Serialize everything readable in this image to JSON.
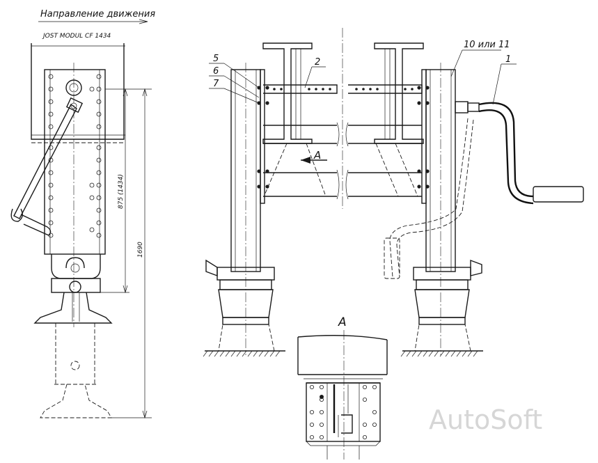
{
  "labels": {
    "direction": "Направление движения",
    "model": "JOST MODUL CF 1434",
    "dim_inner": "875 (1434)",
    "dim_outer": "1690",
    "callout_5": "5",
    "callout_6": "6",
    "callout_7": "7",
    "callout_2": "2",
    "callout_10_11": "10 или 11",
    "callout_1": "1",
    "section_a": "А",
    "view_a": "A"
  },
  "watermark": "AutoSoft",
  "colors": {
    "line": "#1a1a1a",
    "background": "#ffffff",
    "watermark": "#d6d6d6"
  }
}
